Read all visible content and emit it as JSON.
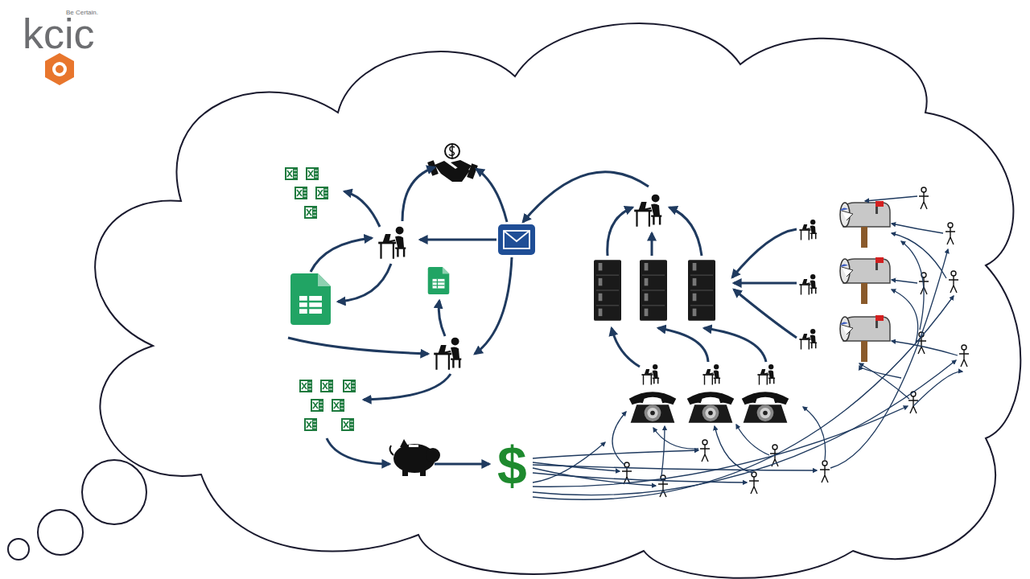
{
  "diagram": {
    "labels": [
      "kcic",
      "Be Certain.",
      "$"
    ]
  }
}
